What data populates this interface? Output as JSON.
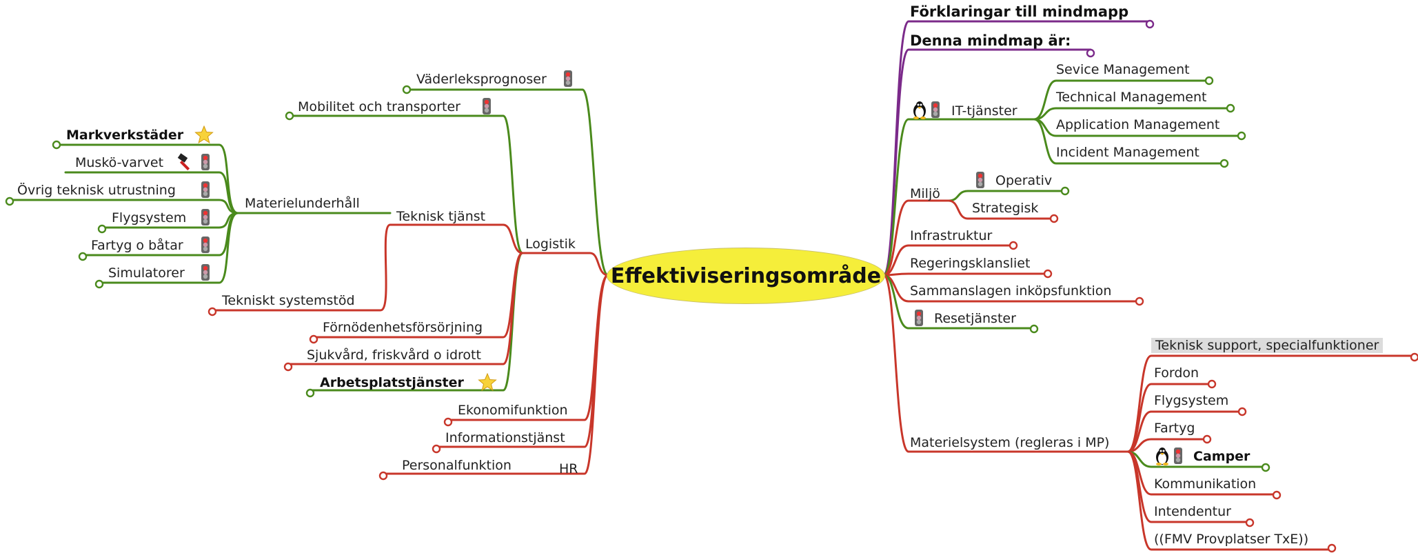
{
  "colors": {
    "green": "#4a8a1c",
    "red": "#c8362a",
    "purple": "#7b2a8a",
    "root_fill": "#f5ee3a"
  },
  "root": "Effektiviseringsområde",
  "left": {
    "vaderleksprognoser": "Väderleksprognoser",
    "mobilitet": "Mobilitet och transporter",
    "logistik": "Logistik",
    "teknisk_tjanst": "Teknisk tjänst",
    "materielunderhall": "Materielunderhåll",
    "markverkstader": "Markverkstäder",
    "musko": "Muskö-varvet",
    "ovrig": "Övrig teknisk utrustning",
    "flygsystem": "Flygsystem",
    "fartyg": "Fartyg o båtar",
    "simulatorer": "Simulatorer",
    "tekniskt_systemstod": "Tekniskt systemstöd",
    "fornodenhet": "Förnödenhetsförsörjning",
    "sjukvard": "Sjukvård, friskvård o idrott",
    "arbetsplats": "Arbetsplatstjänster",
    "ekonomi": "Ekonomifunktion",
    "information": "Informationstjänst",
    "personal": "Personalfunktion",
    "hr": "HR"
  },
  "right": {
    "forklaringar": "Förklaringar till mindmapp",
    "denna": "Denna mindmap är:",
    "it": "IT-tjänster",
    "sevice": "Sevice Management",
    "technical": "Technical Management",
    "application": "Application Management",
    "incident": "Incident Management",
    "miljo": "Miljö",
    "operativ": "Operativ",
    "strategisk": "Strategisk",
    "infrastruktur": "Infrastruktur",
    "regering": "Regeringsklansliet",
    "sammanslagen": "Sammanslagen inköpsfunktion",
    "resetjanster": "Resetjänster",
    "materielsystem": "Materielsystem (regleras i MP)",
    "teknisk_support": "Teknisk support, specialfunktioner",
    "fordon": "Fordon",
    "flygsystem": "Flygsystem",
    "fartyg": "Fartyg",
    "camper": "Camper",
    "kommunikation": "Kommunikation",
    "intendentur": "Intendentur",
    "fmv": "((FMV Provplatser TxE))"
  }
}
